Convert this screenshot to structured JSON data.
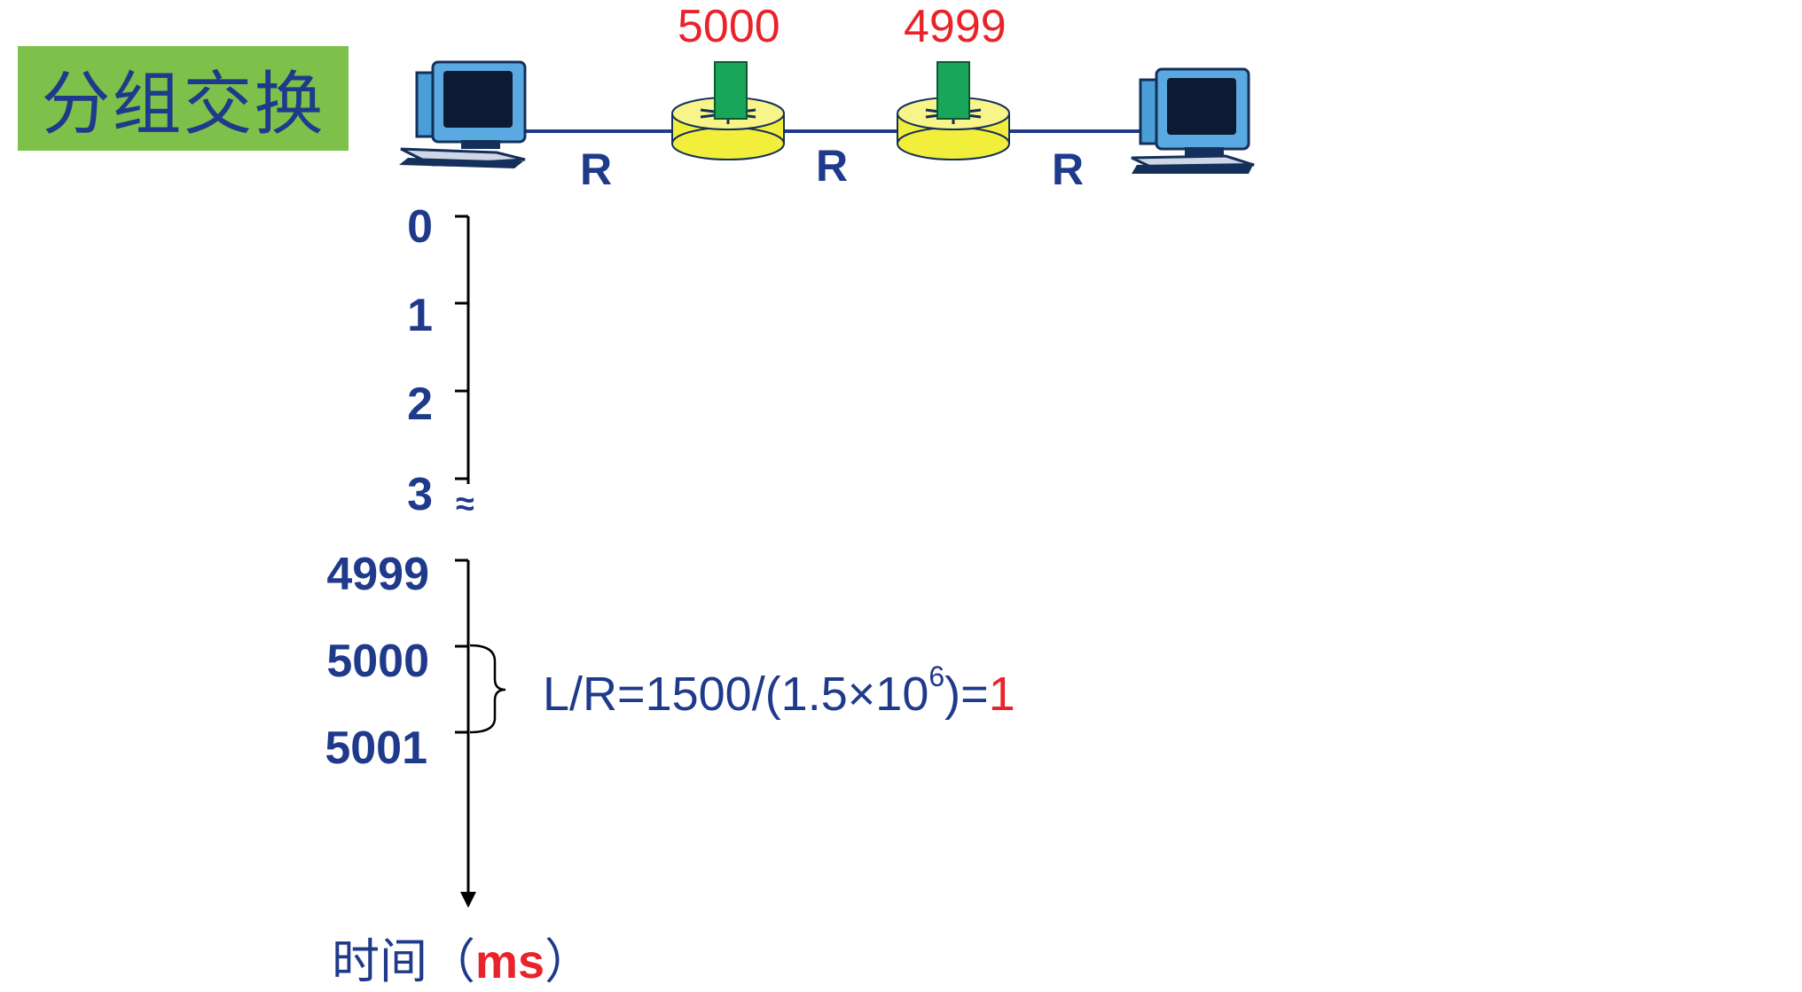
{
  "title": "分组交换",
  "packets": {
    "router1_label": "5000",
    "router2_label": "4999"
  },
  "links": [
    "R",
    "R",
    "R"
  ],
  "timeline": {
    "ticks": [
      "0",
      "1",
      "2",
      "3",
      "4999",
      "5000",
      "5001"
    ],
    "break_symbol": "≈",
    "caption_prefix": "时间（",
    "caption_unit": "ms",
    "caption_suffix": "）"
  },
  "formula": {
    "lhs": "L/R=1500/(1.5×10",
    "exponent": "6",
    "close": ")=",
    "result": "1"
  },
  "colors": {
    "title_bg": "#7dc14b",
    "text": "#1f3a8a",
    "highlight": "#e8242a",
    "packet": "#1aa65a",
    "router": "#f2ef3c"
  }
}
